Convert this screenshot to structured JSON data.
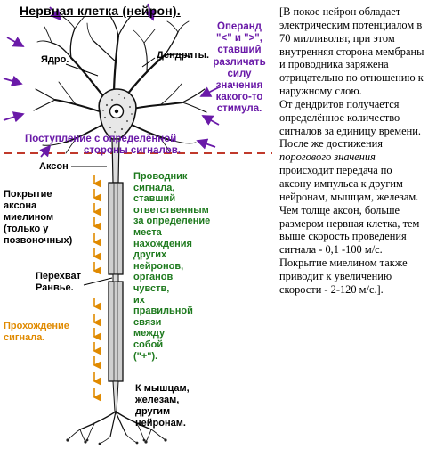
{
  "title": "Нервная клетка (нейрон).",
  "labels": {
    "nucleus": "Ядро.",
    "dendrites": "Дендриты.",
    "operand": [
      "Операнд",
      "\"<\" и \">\",",
      "ставший",
      "различать",
      "силу",
      "значения",
      "какого-то",
      "стимула."
    ],
    "incoming": [
      "Поступление с определённой",
      "стороны сигналов."
    ],
    "axon": "Аксон",
    "myelin": [
      "Покрытие",
      "аксона",
      "миелином",
      "(только у",
      "позвоночных)"
    ],
    "ranvier": [
      "Перехват",
      "Ранвье."
    ],
    "passage": [
      "Прохождение",
      "сигнала."
    ],
    "conductor": [
      "Проводник",
      "сигнала,",
      "ставший",
      "ответственным",
      "за определение",
      "места",
      "нахождения",
      "других",
      "нейронов,",
      "органов",
      "чувств,",
      "их",
      "правильной",
      "связи",
      "между",
      "собой",
      "(\"+\")."
    ],
    "targets": [
      "К мышцам,",
      "железам,",
      "другим",
      "нейронам."
    ]
  },
  "side_text": {
    "p1": "[В покое нейрон обладает электрическим потенциалом в 70 милливольт, при этом внутренняя сторона мембраны и проводника заряжена отрицательно по отношению к наружному слою.",
    "p2a": "От дендритов получается определённое количество сигналов за единицу времени. После же достижения ",
    "p2_italic": "порогового значения",
    "p2b": " происходит передача по аксону импульса к другим нейронам, мышцам, железам. Чем толще аксон, больше размером нервная клетка, тем выше скорость проведения сигнала - 0,1 -100 м/с. Покрытие миелином также приводит к увеличению скорости - 2-120 м/с.]."
  },
  "colors": {
    "purple": "#6a1aa8",
    "green": "#1e7a1e",
    "orange": "#e08a00",
    "dashed_line": "#c0392b"
  }
}
